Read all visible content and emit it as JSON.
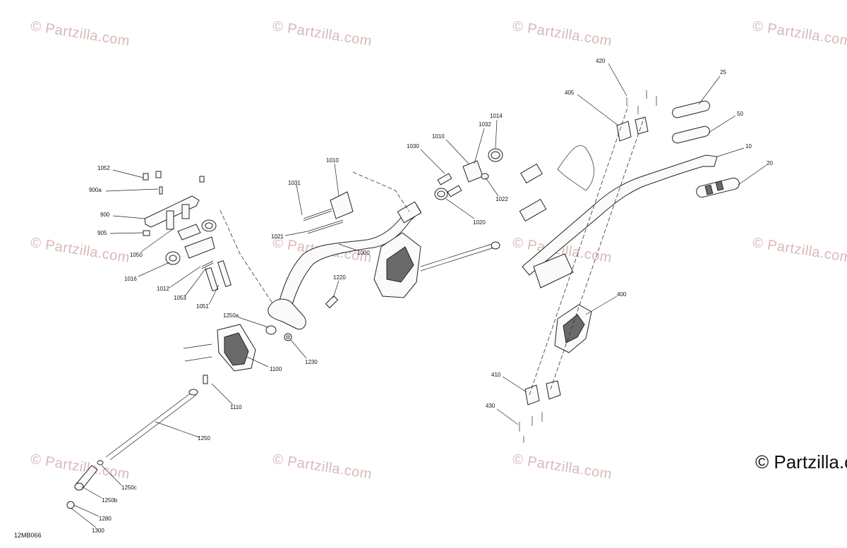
{
  "diagram": {
    "watermark_text": "© Partzilla.com",
    "brand_text": "© Partzilla.c",
    "drawing_code": "12MB066",
    "callouts": [
      "1052",
      "900a",
      "900",
      "905",
      "1050",
      "1016",
      "1012",
      "1053",
      "1051",
      "1031",
      "1010",
      "1021",
      "1000",
      "1030",
      "1010",
      "1032",
      "1014",
      "1022",
      "1020",
      "1220",
      "1250a",
      "1230",
      "1100",
      "1110",
      "1250",
      "1250c",
      "1250b",
      "1280",
      "1300",
      "420",
      "405",
      "25",
      "50",
      "10",
      "20",
      "400",
      "410",
      "430"
    ]
  }
}
